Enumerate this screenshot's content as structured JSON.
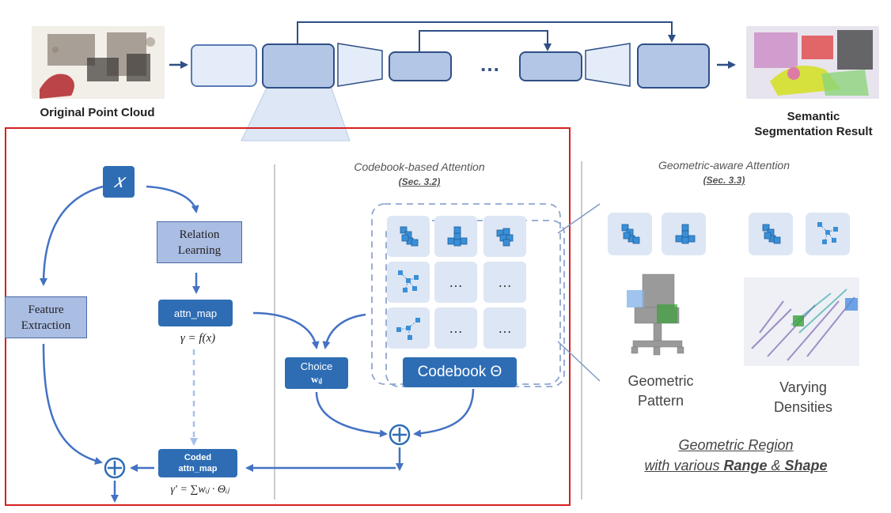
{
  "top": {
    "left_label": "Original Point Cloud",
    "right_label_line1": "Semantic",
    "right_label_line2": "Segmentation Result",
    "ellipsis": "…"
  },
  "left_panel": {
    "x_symbol": "𝑥",
    "relation_line1": "Relation",
    "relation_line2": "Learning",
    "feature_line1": "Feature",
    "feature_line2": "Extraction",
    "attn_map": "attn_map",
    "gamma_formula": "γ = f(x)",
    "coded_line1": "Coded",
    "coded_line2": "attn_map",
    "gamma_prime_formula": "γ′ = ∑wᵢⱼ · Θᵢⱼ",
    "plus": "⊕"
  },
  "middle_panel": {
    "title": "Codebook-based Attention",
    "ref": "(Sec. 3.2)",
    "choice_line1": "Choice",
    "choice_line2": "wᵢⱼ",
    "codebook_label": "Codebook Θ",
    "dots": "…"
  },
  "right_panel": {
    "title": "Geometric-aware Attention",
    "ref": "(Sec. 3.3)",
    "geo_pattern_line1": "Geometric",
    "geo_pattern_line2": "Pattern",
    "varying_line1": "Varying",
    "varying_line2": "Densities",
    "region_line1": "Geometric Region",
    "region_line2_prefix": "with various ",
    "region_range": "Range",
    "region_amp": " & ",
    "region_shape": "Shape"
  },
  "colors": {
    "accent_blue": "#2e6db4",
    "arrow_blue": "#4472c4",
    "red_frame": "#d62020",
    "box_fill": "#aabde3"
  }
}
